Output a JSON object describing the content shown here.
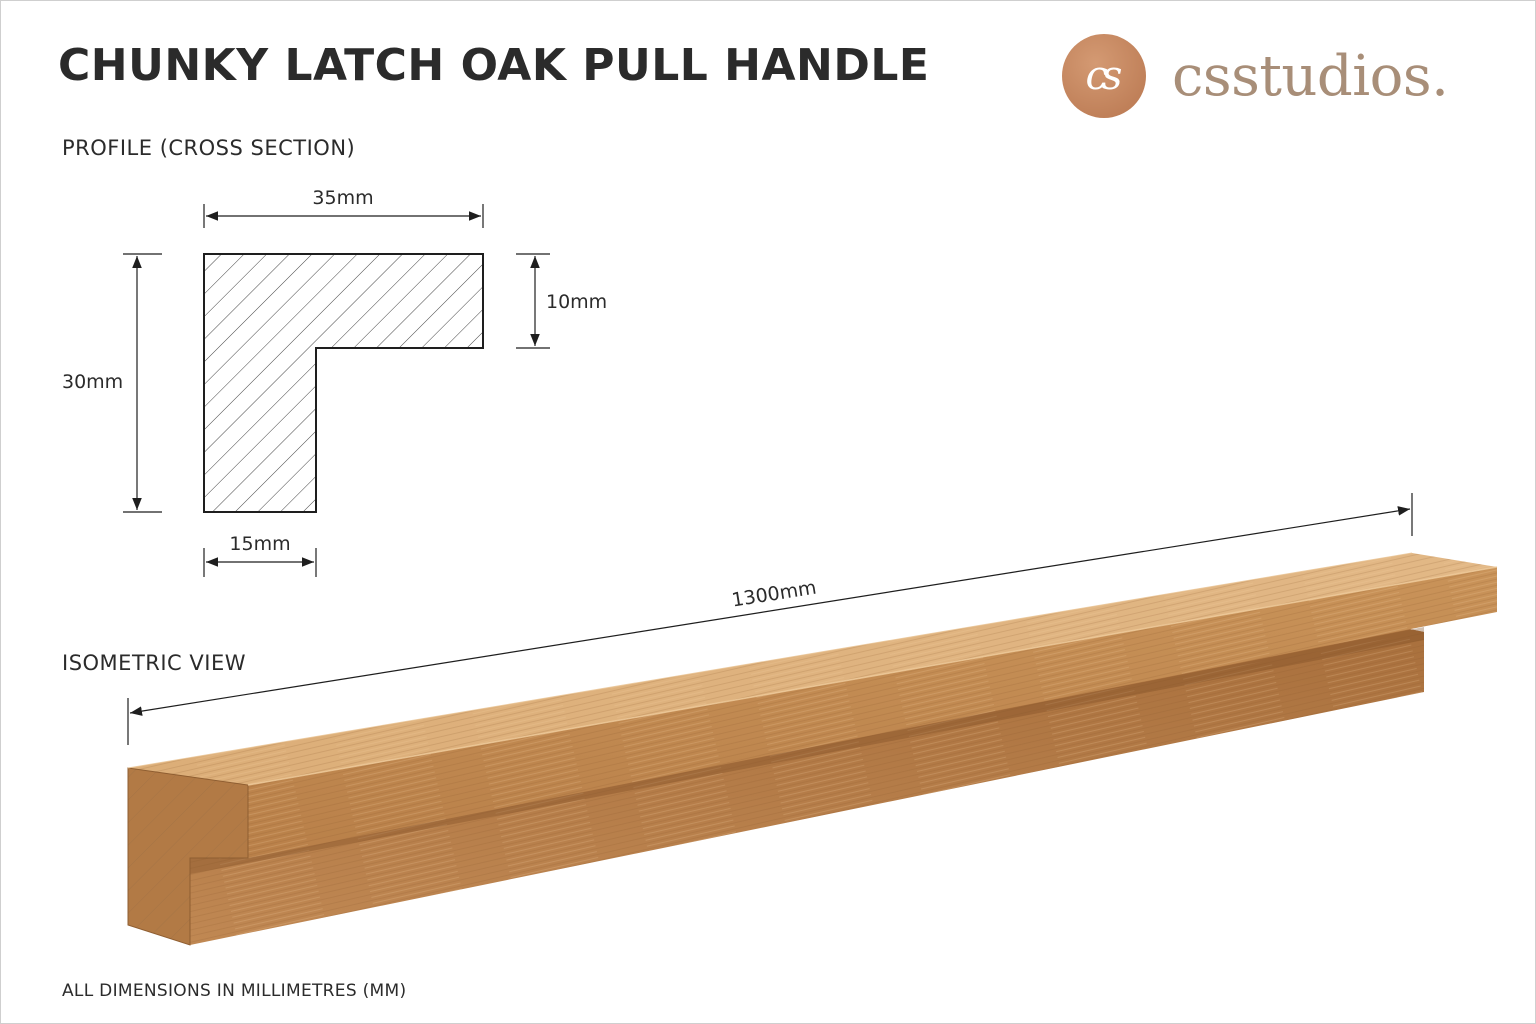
{
  "title": "CHUNKY LATCH OAK PULL HANDLE",
  "brand": {
    "mark": "cs",
    "name": "csstudios."
  },
  "profile": {
    "label": "PROFILE (CROSS SECTION)",
    "dims": {
      "top_width": "35mm",
      "total_height": "30mm",
      "flange_height": "10mm",
      "stem_width": "15mm"
    }
  },
  "isometric": {
    "label": "ISOMETRIC VIEW",
    "length": "1300mm"
  },
  "footnote": "ALL DIMENSIONS IN MILLIMETRES (MM)",
  "colors": {
    "oak_top": "#d9a870",
    "oak_front": "#c58d55",
    "oak_end": "#b67c46",
    "accent": "#c2825a",
    "line": "#1e1e1e"
  }
}
